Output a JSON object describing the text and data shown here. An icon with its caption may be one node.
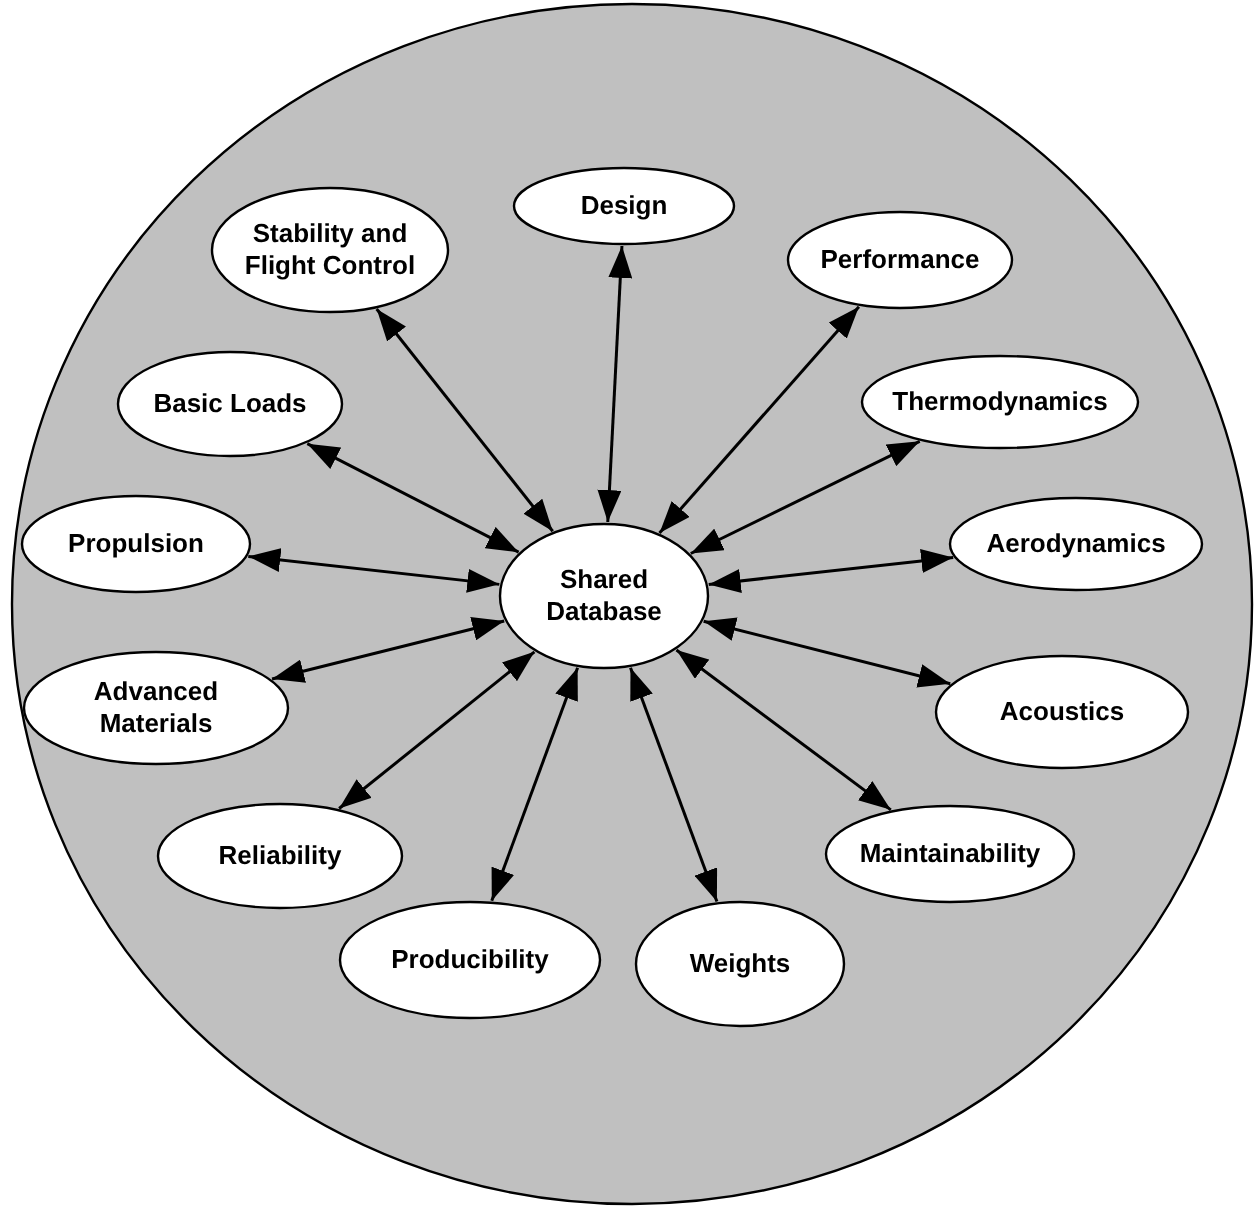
{
  "diagram": {
    "nodes": [
      {
        "text": [],
        "shape": "circle"
      },
      {
        "text": [
          "Design"
        ],
        "in": 0
      },
      {
        "text": [
          "Stability and Flight Control"
        ],
        "in": 0
      },
      {
        "text": [
          "Performance"
        ],
        "in": 0
      },
      {
        "text": [
          "Basic Loads"
        ],
        "in": 0
      },
      {
        "text": [
          "Thermodynamics"
        ],
        "in": 0
      },
      {
        "text": [
          "Propulsion"
        ],
        "in": 0
      },
      {
        "text": [
          "Aerodynamics"
        ],
        "in": 0
      },
      {
        "text": [
          "Shared Database"
        ],
        "in": 0
      },
      {
        "text": [
          "Advanced Materials"
        ],
        "in": 0
      },
      {
        "text": [
          "Acoustics"
        ],
        "in": 0
      },
      {
        "text": [
          "Reliability"
        ],
        "in": 0
      },
      {
        "text": [
          "Maintainability"
        ],
        "in": 0
      },
      {
        "text": [
          "Producibility"
        ],
        "in": 0
      },
      {
        "text": [
          "Weights"
        ],
        "in": 0
      }
    ],
    "edges": [
      {
        "from": 8,
        "to": 1,
        "arrow": "both"
      },
      {
        "from": 8,
        "to": 2,
        "arrow": "both"
      },
      {
        "from": 8,
        "to": 3,
        "arrow": "both"
      },
      {
        "from": 8,
        "to": 4,
        "arrow": "both"
      },
      {
        "from": 8,
        "to": 5,
        "arrow": "both"
      },
      {
        "from": 8,
        "to": 6,
        "arrow": "both"
      },
      {
        "from": 8,
        "to": 7,
        "arrow": "both"
      },
      {
        "from": 8,
        "to": 9,
        "arrow": "both"
      },
      {
        "from": 8,
        "to": 10,
        "arrow": "both"
      },
      {
        "from": 8,
        "to": 11,
        "arrow": "both"
      },
      {
        "from": 8,
        "to": 12,
        "arrow": "both"
      },
      {
        "from": 8,
        "to": 13,
        "arrow": "both"
      },
      {
        "from": 8,
        "to": 14,
        "arrow": "both"
      }
    ]
  }
}
